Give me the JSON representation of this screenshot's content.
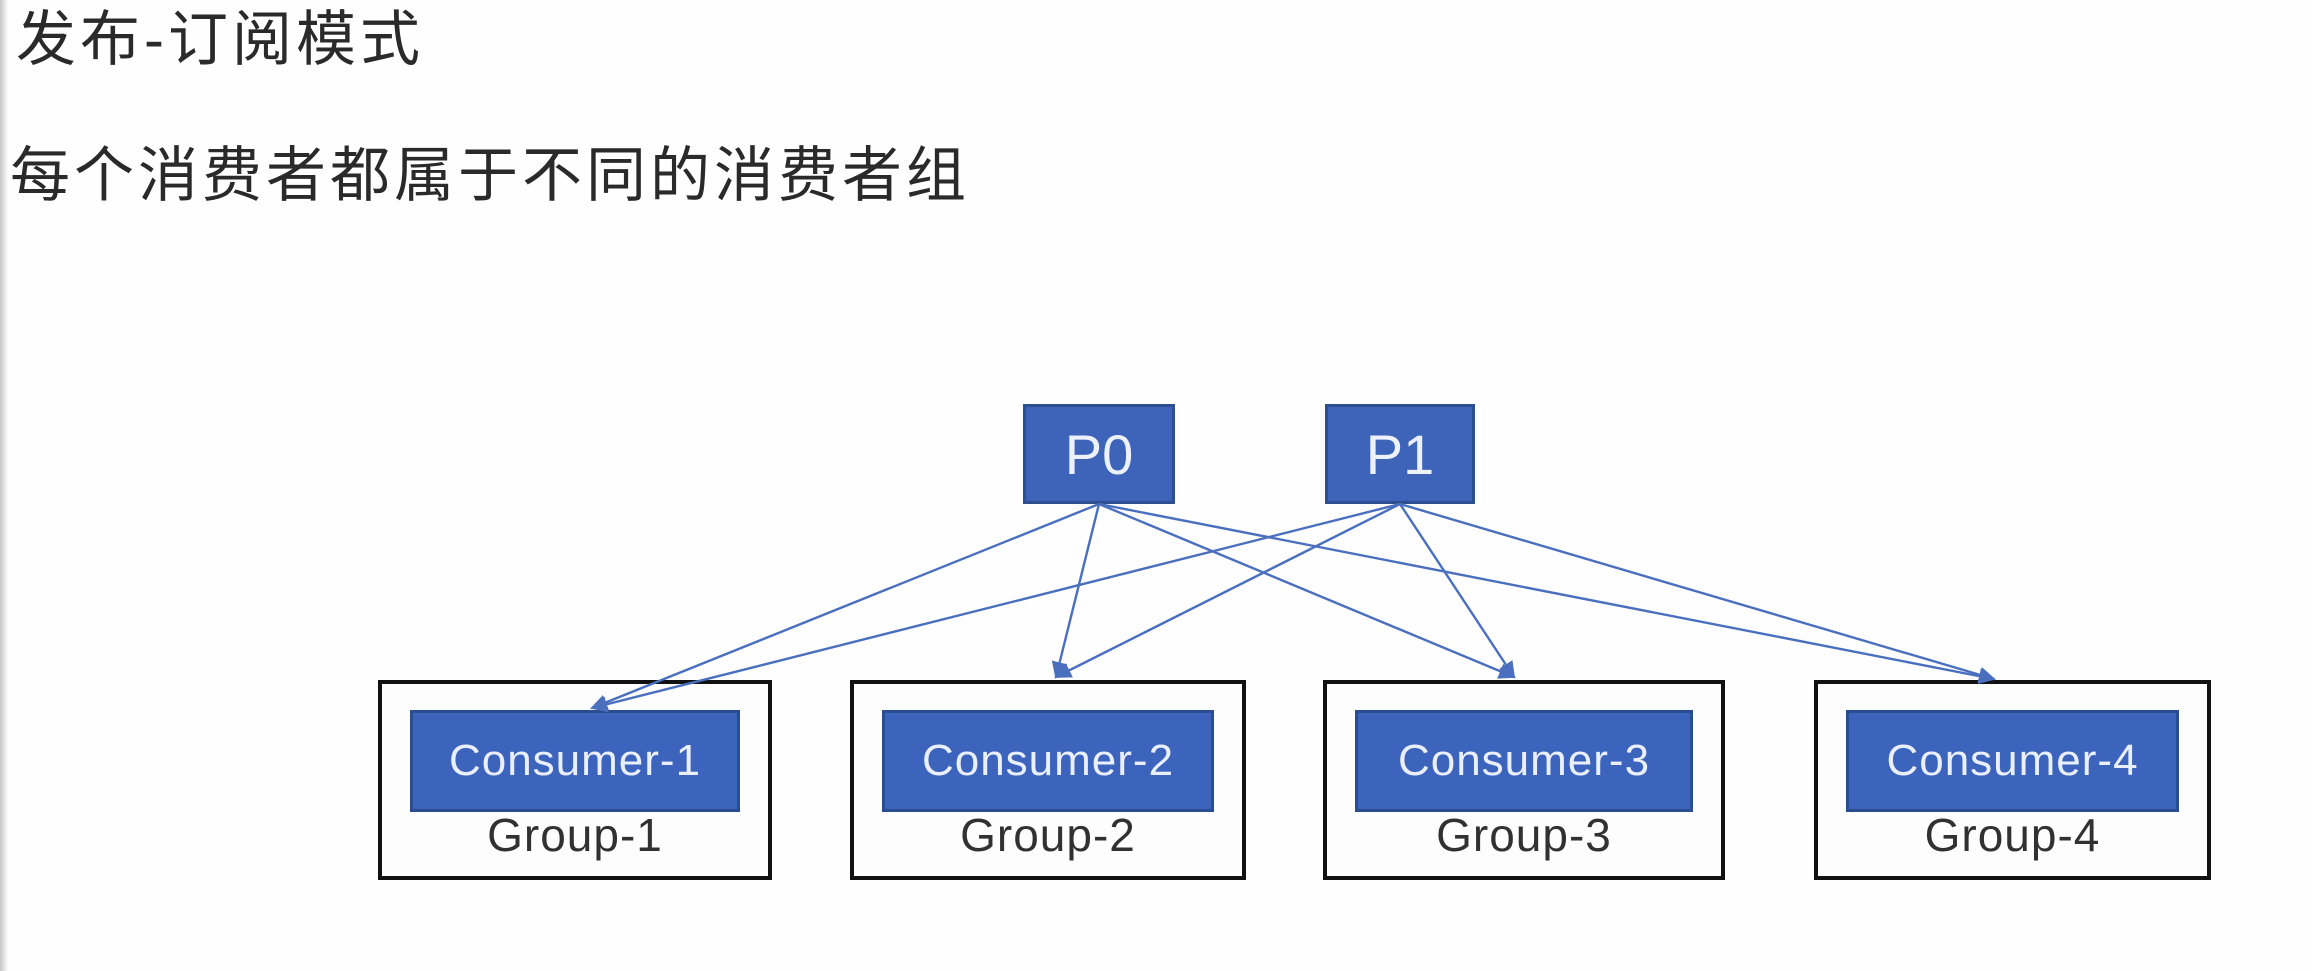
{
  "page": {
    "title_line1": "发布-订阅模式",
    "title_line2": "每个消费者都属于不同的消费者组"
  },
  "diagram": {
    "partitions": [
      {
        "id": "p0",
        "label": "P0"
      },
      {
        "id": "p1",
        "label": "P1"
      }
    ],
    "groups": [
      {
        "id": "g1",
        "consumer_label": "Consumer-1",
        "group_label": "Group-1"
      },
      {
        "id": "g2",
        "consumer_label": "Consumer-2",
        "group_label": "Group-2"
      },
      {
        "id": "g3",
        "consumer_label": "Consumer-3",
        "group_label": "Group-3"
      },
      {
        "id": "g4",
        "consumer_label": "Consumer-4",
        "group_label": "Group-4"
      }
    ],
    "edges": [
      {
        "from": "p0",
        "to": "g1"
      },
      {
        "from": "p0",
        "to": "g2"
      },
      {
        "from": "p0",
        "to": "g3"
      },
      {
        "from": "p0",
        "to": "g4"
      },
      {
        "from": "p1",
        "to": "g1"
      },
      {
        "from": "p1",
        "to": "g2"
      },
      {
        "from": "p1",
        "to": "g3"
      },
      {
        "from": "p1",
        "to": "g4"
      }
    ],
    "colors": {
      "node_fill": "#3d64bc",
      "node_border": "#2a4c90",
      "arrow": "#4a6fbe",
      "group_border": "#111111",
      "consumer_text": "#e9effc",
      "group_text": "#313131",
      "title_text": "#2a2a2a"
    }
  }
}
